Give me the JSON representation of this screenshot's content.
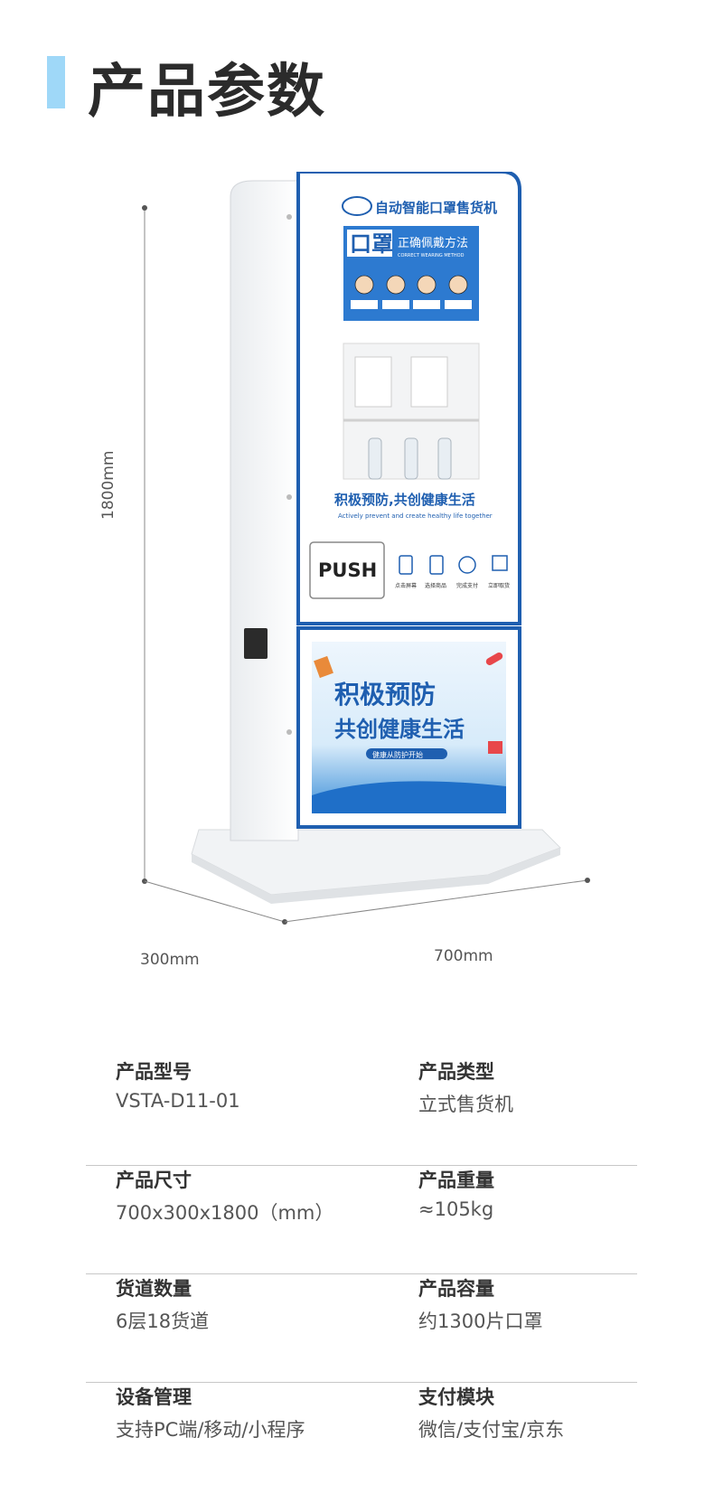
{
  "header": {
    "title": "产品参数"
  },
  "machine": {
    "top_brand": "自动智能口罩售货机",
    "screen_title": "口罩",
    "screen_subtitle": "正确佩戴方法",
    "screen_subtitle_en": "CORRECT WEARING METHOD",
    "slogan": "积极预防,共创健康生活",
    "slogan_en": "Actively prevent and create healthy life together",
    "push_label": "PUSH",
    "steps": [
      "点击屏幕",
      "选择商品",
      "完成支付",
      "立即取货"
    ],
    "poster_line1": "积极预防",
    "poster_line2": "共创健康生活",
    "poster_tag": "健康从防护开始"
  },
  "dimensions": {
    "height": "1800mm",
    "depth": "300mm",
    "width": "700mm"
  },
  "specs": [
    [
      {
        "label": "产品型号",
        "value": "VSTA-D11-01"
      },
      {
        "label": "产品类型",
        "value": "立式售货机"
      }
    ],
    [
      {
        "label": "产品尺寸",
        "value": "700x300x1800（mm）"
      },
      {
        "label": "产品重量",
        "value": "≈105kg"
      }
    ],
    [
      {
        "label": "货道数量",
        "value": "6层18货道"
      },
      {
        "label": "产品容量",
        "value": "约1300片口罩"
      }
    ],
    [
      {
        "label": "设备管理",
        "value": "支持PC端/移动/小程序"
      },
      {
        "label": "支付模块",
        "value": "微信/支付宝/京东"
      }
    ]
  ],
  "colors": {
    "accent_bar": "#9fd8f8",
    "machine_blue": "#1f5fb0",
    "divider": "#c8c8c8"
  }
}
